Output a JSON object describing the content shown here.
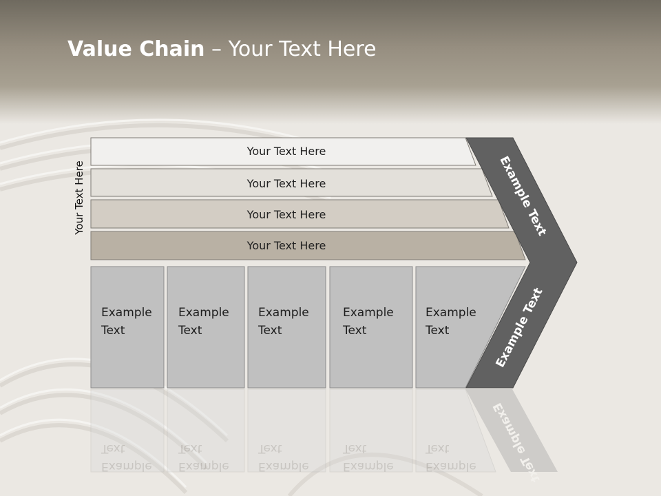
{
  "title": {
    "bold": "Value Chain",
    "rest": " – Your Text Here"
  },
  "side_label": "Your Text Here",
  "rows": [
    {
      "label": "Your Text Here",
      "color": "#f1f0ee"
    },
    {
      "label": "Your Text Here",
      "color": "#e3e0da"
    },
    {
      "label": "Your Text Here",
      "color": "#d3cdc4"
    },
    {
      "label": "Your Text Here",
      "color": "#b9b1a4"
    }
  ],
  "cells": [
    {
      "line1": "Example",
      "line2": "Text"
    },
    {
      "line1": "Example",
      "line2": "Text"
    },
    {
      "line1": "Example",
      "line2": "Text"
    },
    {
      "line1": "Example",
      "line2": "Text"
    },
    {
      "line1": "Example",
      "line2": "Text"
    }
  ],
  "chevron": {
    "upper": "Example Text",
    "lower": "Example Text",
    "color": "#616161"
  },
  "colors": {
    "header": "#8f8778",
    "cell": "#c0c0c0",
    "cell_border": "#8c8c8c"
  }
}
